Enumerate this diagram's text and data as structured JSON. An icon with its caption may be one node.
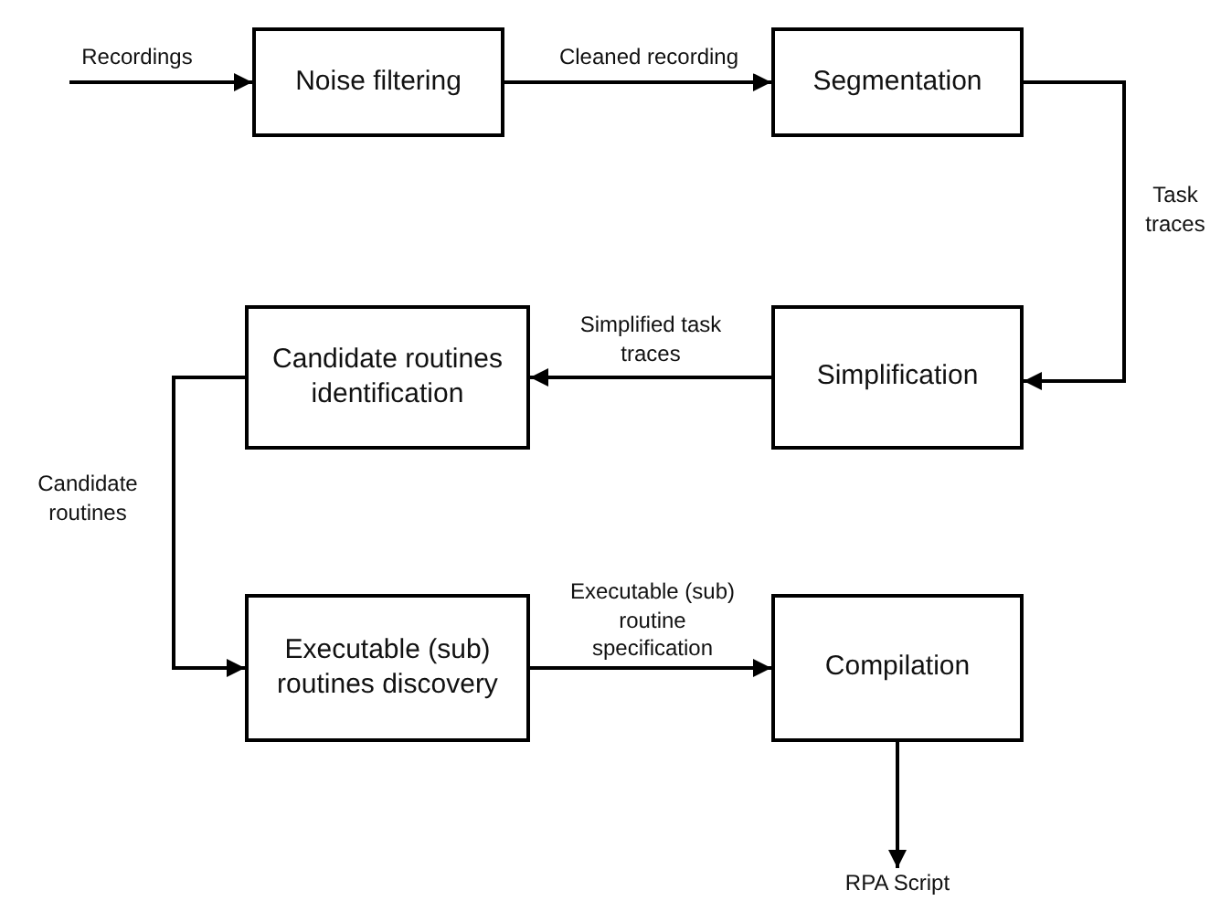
{
  "diagram": {
    "nodes": [
      {
        "text": [
          "Noise filtering"
        ]
      },
      {
        "text": [
          "Segmentation"
        ]
      },
      {
        "text": [
          "Simplification"
        ]
      },
      {
        "text": [
          "Candidate routines identification"
        ]
      },
      {
        "text": [
          "Executable (sub) routines discovery"
        ]
      },
      {
        "text": [
          "Compilation"
        ]
      },
      {
        "text": [
          "RPA Script"
        ]
      }
    ],
    "edges": [
      {
        "from": null,
        "to": 0,
        "arrow": "to",
        "label": "Recordings"
      },
      {
        "from": 0,
        "to": 1,
        "arrow": "to",
        "label": "Cleaned recording"
      },
      {
        "from": 1,
        "to": 2,
        "arrow": "to",
        "label": "Task traces"
      },
      {
        "from": 2,
        "to": 3,
        "arrow": "to",
        "label": "Simplified task traces"
      },
      {
        "from": 3,
        "to": 4,
        "arrow": "to",
        "label": "Candidate routines"
      },
      {
        "from": 4,
        "to": 5,
        "arrow": "to",
        "label": "Executable (sub) routine specification"
      },
      {
        "from": 5,
        "to": 6,
        "arrow": "to"
      }
    ]
  }
}
